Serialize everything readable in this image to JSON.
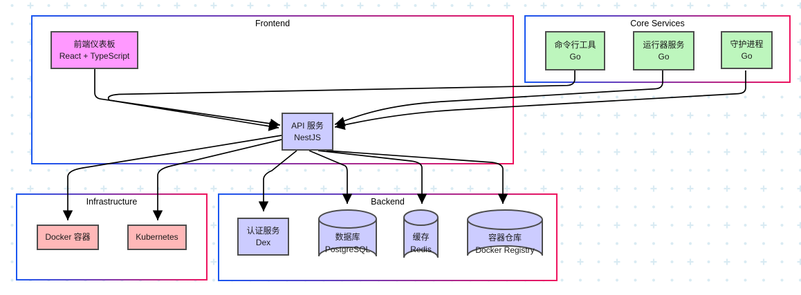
{
  "diagram": {
    "containers": {
      "frontend": {
        "label": "Frontend"
      },
      "core_services": {
        "label": "Core Services"
      },
      "infrastructure": {
        "label": "Infrastructure"
      },
      "backend": {
        "label": "Backend"
      }
    },
    "nodes": {
      "dashboard": {
        "title": "前端仪表板",
        "subtitle": "React + TypeScript"
      },
      "cli": {
        "title": "命令行工具",
        "subtitle": "Go"
      },
      "runner": {
        "title": "运行器服务",
        "subtitle": "Go"
      },
      "daemon": {
        "title": "守护进程",
        "subtitle": "Go"
      },
      "api": {
        "title": "API 服务",
        "subtitle": "NestJS"
      },
      "docker": {
        "title": "Docker 容器"
      },
      "kubernetes": {
        "title": "Kubernetes"
      },
      "dex": {
        "title": "认证服务",
        "subtitle": "Dex"
      },
      "postgres": {
        "title": "数据库",
        "subtitle": "PostgreSQL"
      },
      "redis": {
        "title": "缓存",
        "subtitle": "Redis"
      },
      "registry": {
        "title": "容器仓库",
        "subtitle": "Docker Registry"
      }
    },
    "edges": [
      {
        "from": "dashboard",
        "to": "api"
      },
      {
        "from": "cli",
        "to": "api"
      },
      {
        "from": "runner",
        "to": "api"
      },
      {
        "from": "daemon",
        "to": "api"
      },
      {
        "from": "api",
        "to": "docker"
      },
      {
        "from": "api",
        "to": "kubernetes"
      },
      {
        "from": "api",
        "to": "dex"
      },
      {
        "from": "api",
        "to": "postgres"
      },
      {
        "from": "api",
        "to": "redis"
      },
      {
        "from": "api",
        "to": "registry"
      }
    ],
    "colors": {
      "container_border_start": "#1a56f0",
      "container_border_end": "#ee125e",
      "dashboard_fill": "#ff99ff",
      "go_service_fill": "#bdf6bd",
      "api_fill": "#ccccff",
      "infra_fill": "#ffb8b8",
      "backend_fill": "#ccccff",
      "node_border": "#4d4d4d",
      "connector": "#000000",
      "bg_pattern": "#d9ebf3"
    }
  }
}
